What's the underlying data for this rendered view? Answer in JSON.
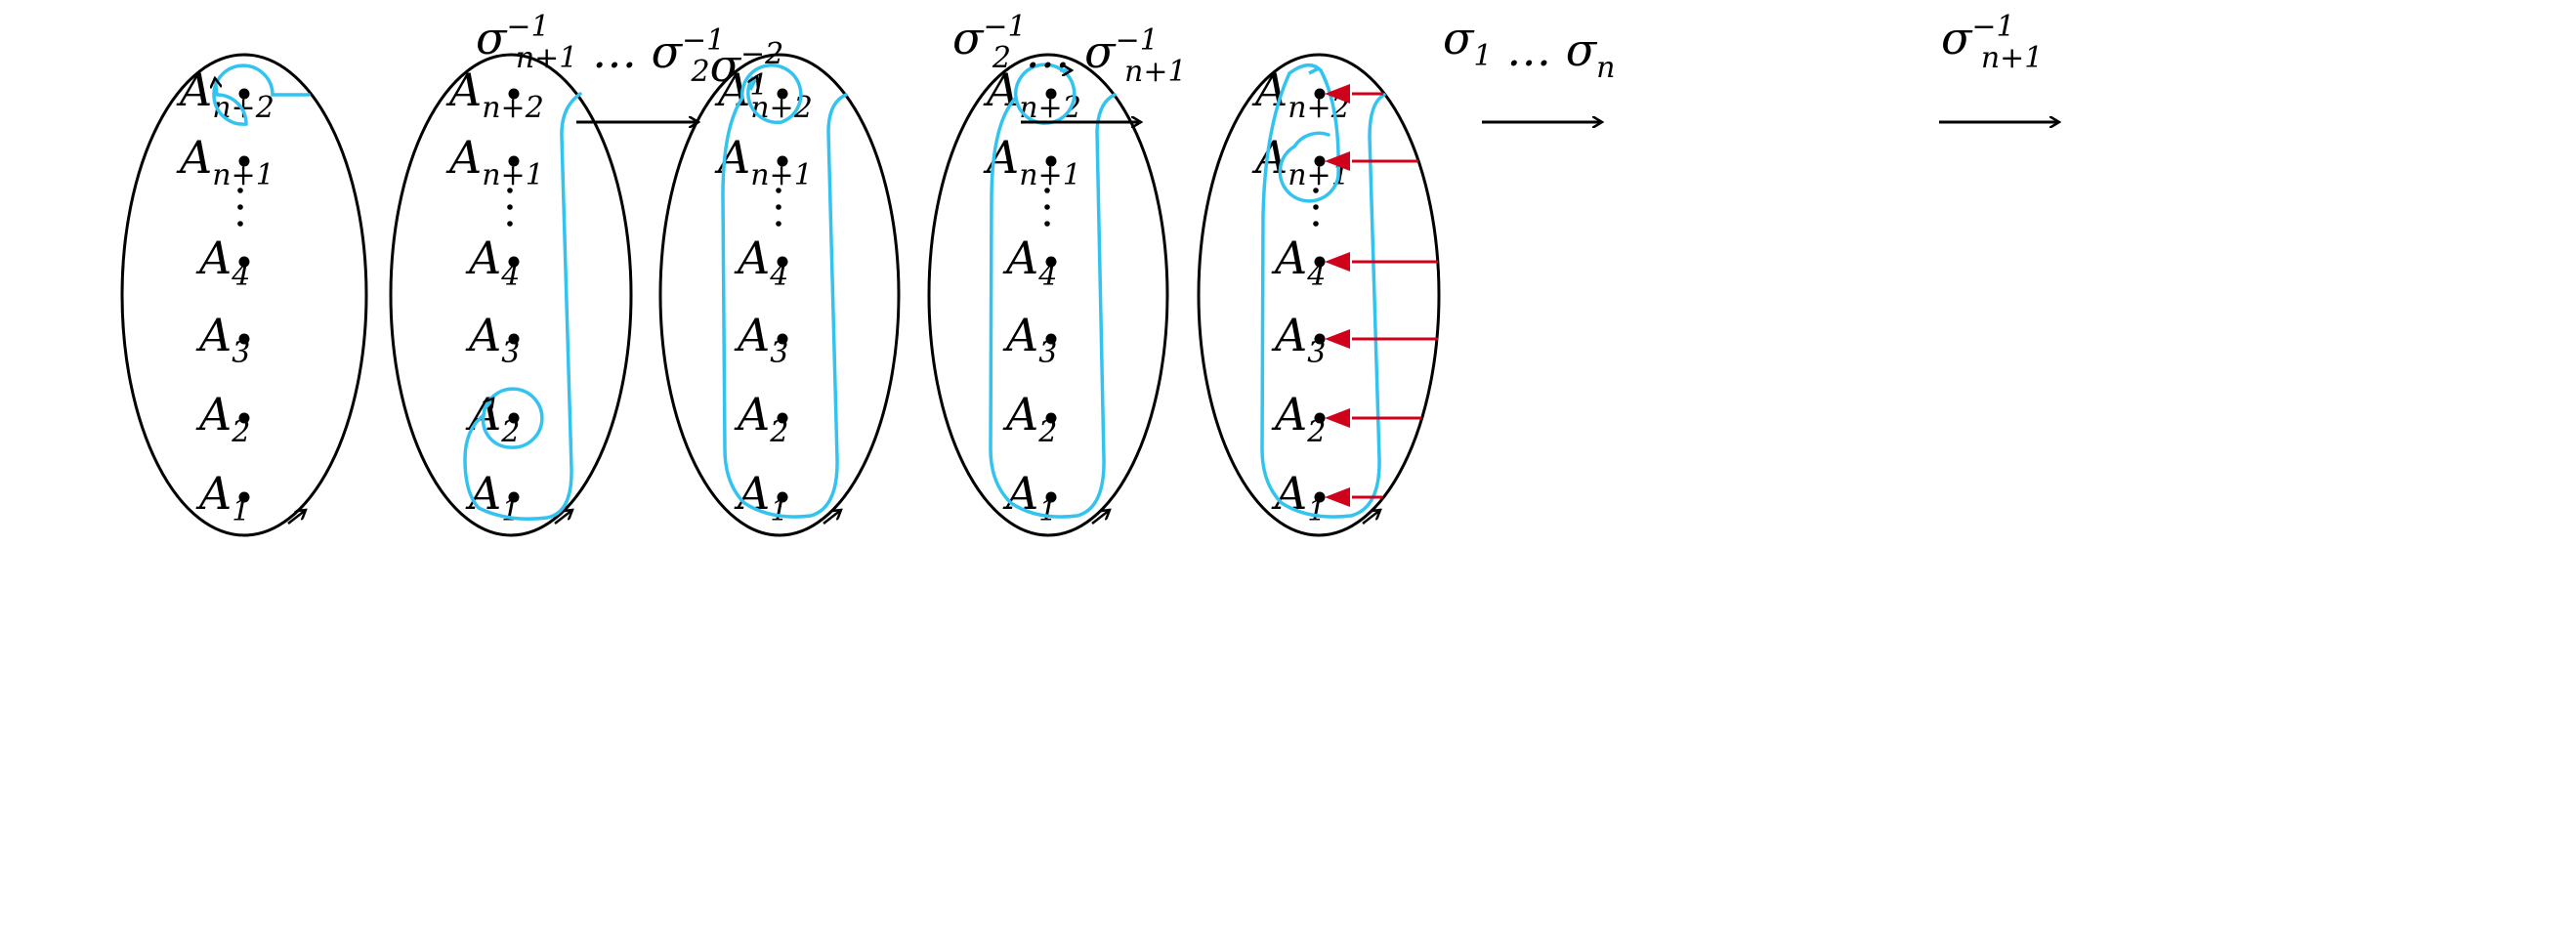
{
  "colors": {
    "outline": "#000000",
    "curve": "#33c3f0",
    "arrow": "#d0021b",
    "point": "#000000"
  },
  "point_labels": [
    {
      "base": "A",
      "sub": "1"
    },
    {
      "base": "A",
      "sub": "2"
    },
    {
      "base": "A",
      "sub": "3"
    },
    {
      "base": "A",
      "sub": "4"
    },
    {
      "base": "A",
      "sub": "n+1"
    },
    {
      "base": "A",
      "sub": "n+2"
    }
  ],
  "ellipsis_glyph": "⋮",
  "transitions": [
    {
      "name": "sigma-inv-n1-to-sigma2-inv-sigma1-inv2",
      "parts": [
        {
          "t": "σ"
        },
        {
          "sup": "−1",
          "sub": "n+1"
        },
        {
          "t": " … σ"
        },
        {
          "sup": "−1",
          "sub": "2"
        },
        {
          "t": "σ"
        },
        {
          "sup": "−2",
          "sub": "1"
        }
      ]
    },
    {
      "name": "sigma2-inv-to-sigma-n1-inv",
      "parts": [
        {
          "t": "σ"
        },
        {
          "sup": "−1",
          "sub": "2"
        },
        {
          "t": " … σ"
        },
        {
          "sup": "−1",
          "sub": "n+1"
        }
      ]
    },
    {
      "name": "sigma1-to-sigma-n",
      "parts": [
        {
          "t": "σ"
        },
        {
          "sub": "1"
        },
        {
          "t": " … σ"
        },
        {
          "sub": "n"
        }
      ]
    },
    {
      "name": "sigma-n1-inv",
      "parts": [
        {
          "t": "σ"
        },
        {
          "sup": "−1",
          "sub": "n+1"
        }
      ]
    }
  ]
}
